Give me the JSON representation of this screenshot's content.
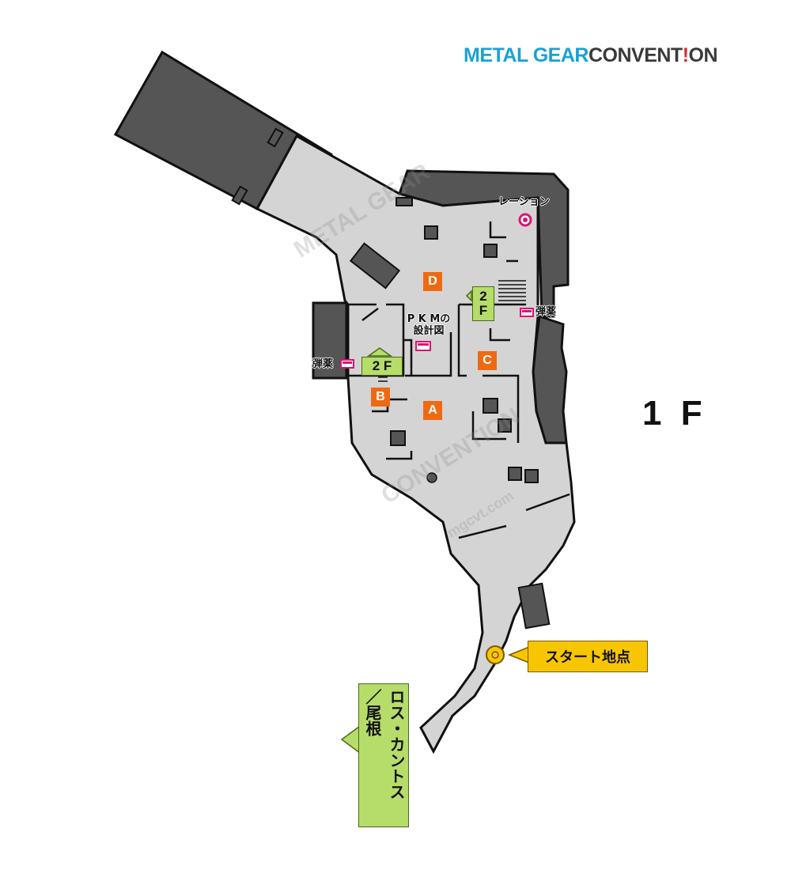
{
  "brand": {
    "part1": "METAL GEAR",
    "part2": "CONVENT",
    "part3": "!",
    "part4": "ON"
  },
  "floor_label": "1 F",
  "rooms": [
    {
      "id": "A",
      "label": "A"
    },
    {
      "id": "B",
      "label": "B"
    },
    {
      "id": "C",
      "label": "C"
    },
    {
      "id": "D",
      "label": "D"
    }
  ],
  "stairs": [
    {
      "label": "2\nF"
    },
    {
      "label": "2 F"
    }
  ],
  "items": {
    "ration": "レーション",
    "ammo": "弾薬",
    "pkm_line1": "P K Mの",
    "pkm_line2": "設計図"
  },
  "start_point": "スタート地点",
  "exit": {
    "line1": "ロス・カントス",
    "line2": "／尾根"
  },
  "watermark": {
    "text1": "METAL GEAR",
    "text2": "CONVENTION",
    "text3": "mgcvt.com"
  },
  "colors": {
    "floor": "#d4d4d4",
    "wall": "#555555",
    "room_marker": "#ee6a12",
    "stairs": "#b6dc6a",
    "ammo": "#d9166f",
    "ration": "#d9166f",
    "start": "#f7c600"
  }
}
